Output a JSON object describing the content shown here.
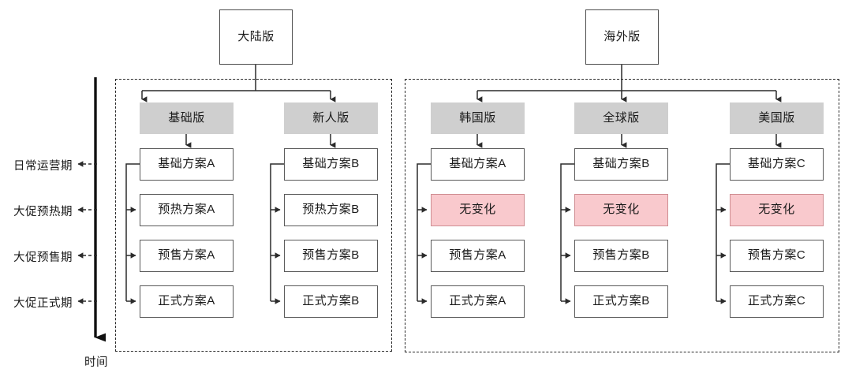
{
  "diagram": {
    "title_axis": "时间",
    "timeline": {
      "axis_name": "时间",
      "phases": [
        {
          "label": "日常运营期"
        },
        {
          "label": "大促预热期"
        },
        {
          "label": "大促预售期"
        },
        {
          "label": "大促正式期"
        }
      ]
    },
    "roots": [
      {
        "id": "mainland",
        "label": "大陆版"
      },
      {
        "id": "overseas",
        "label": "海外版"
      }
    ],
    "groups": [
      {
        "id": "mainland-group",
        "root": "大陆版",
        "columns": [
          {
            "header": "基础版",
            "plans": [
              {
                "label": "基础方案A",
                "highlight": false
              },
              {
                "label": "预热方案A",
                "highlight": false
              },
              {
                "label": "预售方案A",
                "highlight": false
              },
              {
                "label": "正式方案A",
                "highlight": false
              }
            ]
          },
          {
            "header": "新人版",
            "plans": [
              {
                "label": "基础方案B",
                "highlight": false
              },
              {
                "label": "预热方案B",
                "highlight": false
              },
              {
                "label": "预售方案B",
                "highlight": false
              },
              {
                "label": "正式方案B",
                "highlight": false
              }
            ]
          }
        ]
      },
      {
        "id": "overseas-group",
        "root": "海外版",
        "columns": [
          {
            "header": "韩国版",
            "plans": [
              {
                "label": "基础方案A",
                "highlight": false
              },
              {
                "label": "无变化",
                "highlight": true
              },
              {
                "label": "预售方案A",
                "highlight": false
              },
              {
                "label": "正式方案A",
                "highlight": false
              }
            ]
          },
          {
            "header": "全球版",
            "plans": [
              {
                "label": "基础方案B",
                "highlight": false
              },
              {
                "label": "无变化",
                "highlight": true
              },
              {
                "label": "预售方案B",
                "highlight": false
              },
              {
                "label": "正式方案B",
                "highlight": false
              }
            ]
          },
          {
            "header": "美国版",
            "plans": [
              {
                "label": "基础方案C",
                "highlight": false
              },
              {
                "label": "无变化",
                "highlight": true
              },
              {
                "label": "预售方案C",
                "highlight": false
              },
              {
                "label": "正式方案C",
                "highlight": false
              }
            ]
          }
        ]
      }
    ],
    "colors": {
      "highlight_fill": "#f9c9cd",
      "highlight_border": "#cf8d92",
      "group_header_fill": "#cfcfcf",
      "node_border": "#595959",
      "line": "#2b2b2b"
    }
  }
}
